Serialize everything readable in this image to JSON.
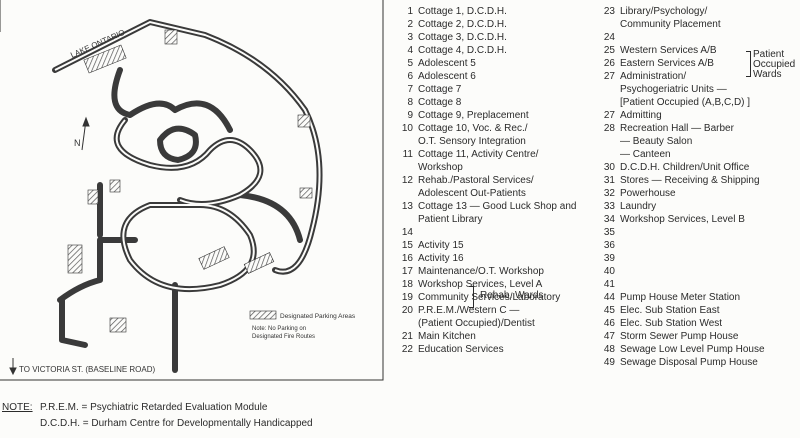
{
  "map": {
    "lake_label": "LAKE ONTARIO",
    "north_label": "N",
    "legend_parking": "Designated Parking Areas",
    "legend_note": [
      "Note: No Parking on",
      "Designated Fire Routes"
    ],
    "road_label": "TO VICTORIA ST. (BASELINE ROAD)",
    "colors": {
      "road": "#3a3a3a",
      "ground": "#fcfcfa",
      "parking_hatch": "#555555"
    }
  },
  "legend_col1": [
    {
      "n": "1",
      "t": "Cottage 1, D.C.D.H."
    },
    {
      "n": "2",
      "t": "Cottage 2, D.C.D.H."
    },
    {
      "n": "3",
      "t": "Cottage 3, D.C.D.H."
    },
    {
      "n": "4",
      "t": "Cottage 4, D.C.D.H."
    },
    {
      "n": "5",
      "t": "Adolescent 5"
    },
    {
      "n": "6",
      "t": "Adolescent 6"
    },
    {
      "n": "7",
      "t": "Cottage 7"
    },
    {
      "n": "8",
      "t": "Cottage 8"
    },
    {
      "n": "9",
      "t": "Cottage 9, Preplacement"
    },
    {
      "n": "10",
      "t": "Cottage 10, Voc. & Rec./"
    },
    {
      "n": "",
      "t": "O.T. Sensory Integration"
    },
    {
      "n": "11",
      "t": "Cottage 11, Activity Centre/"
    },
    {
      "n": "",
      "t": "Workshop"
    },
    {
      "n": "12",
      "t": "Rehab./Pastoral Services/"
    },
    {
      "n": "",
      "t": "Adolescent Out-Patients"
    },
    {
      "n": "13",
      "t": "Cottage 13 — Good Luck Shop and"
    },
    {
      "n": "",
      "t": "Patient Library"
    },
    {
      "n": "14",
      "t": ""
    },
    {
      "n": "15",
      "t": "Activity 15"
    },
    {
      "n": "16",
      "t": "Activity 16"
    },
    {
      "n": "17",
      "t": "Maintenance/O.T. Workshop"
    },
    {
      "n": "18",
      "t": "Workshop Services, Level A"
    },
    {
      "n": "19",
      "t": "Community Services/Laboratory"
    },
    {
      "n": "20",
      "t": "P.R.E.M./Western C —"
    },
    {
      "n": "",
      "t": "(Patient Occupied)/Dentist"
    },
    {
      "n": "21",
      "t": "Main Kitchen"
    },
    {
      "n": "22",
      "t": "Education Services"
    }
  ],
  "legend_col1_brace": "Rehab. Wards",
  "legend_col2": [
    {
      "n": "23",
      "t": "Library/Psychology/"
    },
    {
      "n": "",
      "t": "Community Placement"
    },
    {
      "n": "24",
      "t": ""
    },
    {
      "n": "25",
      "t": "Western Services A/B"
    },
    {
      "n": "26",
      "t": "Eastern Services A/B"
    },
    {
      "n": "27",
      "t": "Administration/"
    },
    {
      "n": "",
      "t": "Psychogeriatric Units —"
    },
    {
      "n": "",
      "t": "[Patient Occupied (A,B,C,D) ]"
    },
    {
      "n": "27",
      "t": "Admitting"
    },
    {
      "n": "28",
      "t": "Recreation Hall — Barber"
    },
    {
      "n": "",
      "t": "— Beauty Salon"
    },
    {
      "n": "",
      "t": "— Canteen"
    },
    {
      "n": "30",
      "t": "D.C.D.H. Children/Unit Office"
    },
    {
      "n": "31",
      "t": "Stores — Receiving & Shipping"
    },
    {
      "n": "32",
      "t": "Powerhouse"
    },
    {
      "n": "33",
      "t": "Laundry"
    },
    {
      "n": "34",
      "t": "Workshop Services, Level B"
    },
    {
      "n": "35",
      "t": ""
    },
    {
      "n": "36",
      "t": ""
    },
    {
      "n": "39",
      "t": ""
    },
    {
      "n": "40",
      "t": ""
    },
    {
      "n": "41",
      "t": ""
    },
    {
      "n": "44",
      "t": "Pump House Meter Station"
    },
    {
      "n": "45",
      "t": "Elec. Sub Station East"
    },
    {
      "n": "46",
      "t": "Elec. Sub Station West"
    },
    {
      "n": "47",
      "t": "Storm Sewer Pump House"
    },
    {
      "n": "48",
      "t": "Sewage Low Level Pump House"
    },
    {
      "n": "49",
      "t": "Sewage Disposal Pump House"
    }
  ],
  "legend_col2_brace": [
    "Patient",
    "Occupied",
    "Wards"
  ],
  "note": {
    "label": "NOTE:",
    "line1": "P.R.E.M. = Psychiatric Retarded Evaluation Module",
    "line2": "D.C.D.H. = Durham Centre for Developmentally Handicapped"
  }
}
